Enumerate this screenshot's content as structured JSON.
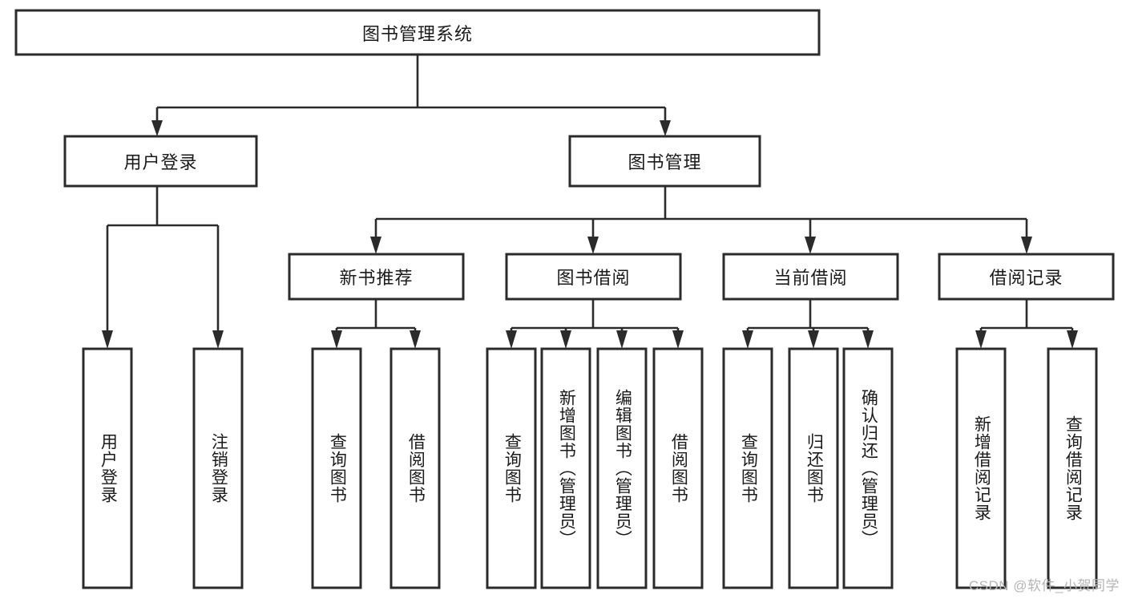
{
  "diagram": {
    "title": "图书管理系统",
    "type": "tree-hierarchy-diagram",
    "watermark": "CSDN @软件_小贺同学",
    "colors": {
      "box_stroke": "#2b2b2b",
      "box_fill": "#ffffff",
      "connector": "#2b2b2b",
      "text": "#1a1a1a",
      "background": "#ffffff",
      "watermark": "#b5b5b5"
    },
    "levels": {
      "root": {
        "label": "图书管理系统"
      },
      "level2": [
        {
          "id": "user-login",
          "label": "用户登录"
        },
        {
          "id": "book-management",
          "label": "图书管理"
        }
      ],
      "level3": [
        {
          "id": "new-book-recommend",
          "label": "新书推荐"
        },
        {
          "id": "book-borrow",
          "label": "图书借阅"
        },
        {
          "id": "current-borrow",
          "label": "当前借阅"
        },
        {
          "id": "borrow-record",
          "label": "借阅记录"
        }
      ],
      "level4": {
        "user_login_children": [
          {
            "id": "leaf-user-login",
            "label": "用户登录"
          },
          {
            "id": "leaf-logout-login",
            "label": "注销登录"
          }
        ],
        "new_book_recommend_children": [
          {
            "id": "leaf-query-book-1",
            "label": "查询图书"
          },
          {
            "id": "leaf-borrow-book-1",
            "label": "借阅图书"
          }
        ],
        "book_borrow_children": [
          {
            "id": "leaf-query-book-2",
            "label": "查询图书"
          },
          {
            "id": "leaf-add-book",
            "label": "新增图书（管理员）"
          },
          {
            "id": "leaf-edit-book",
            "label": "编辑图书（管理员）"
          },
          {
            "id": "leaf-borrow-book-2",
            "label": "借阅图书"
          }
        ],
        "current_borrow_children": [
          {
            "id": "leaf-query-book-3",
            "label": "查询图书"
          },
          {
            "id": "leaf-return-book",
            "label": "归还图书"
          },
          {
            "id": "leaf-confirm-return",
            "label": "确认归还（管理员）"
          }
        ],
        "borrow_record_children": [
          {
            "id": "leaf-add-borrow-record",
            "label": "新增借阅记录"
          },
          {
            "id": "leaf-query-borrow-record",
            "label": "查询借阅记录"
          }
        ]
      }
    }
  }
}
